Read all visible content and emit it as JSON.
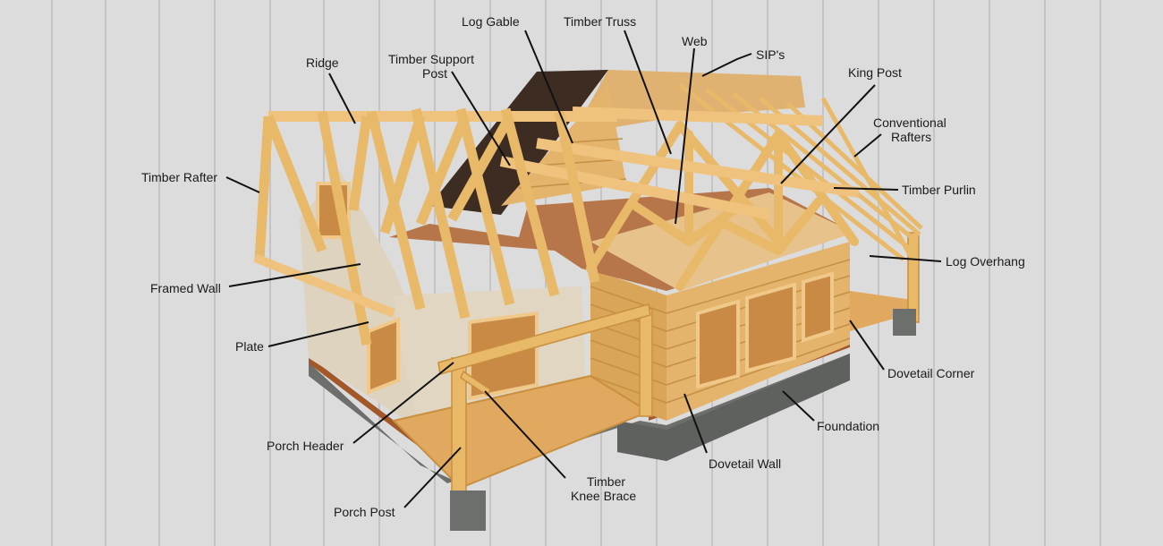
{
  "labels": {
    "log_gable": "Log Gable",
    "timber_truss": "Timber Truss",
    "web": "Web",
    "sips": "SIP's",
    "ridge": "Ridge",
    "timber_support_post_l1": "Timber Support",
    "timber_support_post_l2": "Post",
    "king_post": "King Post",
    "conventional_rafters_l1": "Conventional",
    "conventional_rafters_l2": "Rafters",
    "timber_rafter": "Timber Rafter",
    "timber_purlin": "Timber Purlin",
    "log_overhang": "Log Overhang",
    "framed_wall": "Framed Wall",
    "plate": "Plate",
    "dovetail_corner": "Dovetail Corner",
    "foundation": "Foundation",
    "porch_header": "Porch Header",
    "dovetail_wall": "Dovetail Wall",
    "timber_knee_brace_l1": "Timber",
    "timber_knee_brace_l2": "Knee Brace",
    "porch_post": "Porch Post"
  },
  "colors": {
    "background": "#dcdcdc",
    "plank_line": "#c4c4c4",
    "timber": "#e9b96a",
    "timber_dark": "#c98f3e",
    "log_wall": "#e4b46c",
    "stucco": "#ddd3bf",
    "foundation": "#6d6f6c",
    "sill": "#a3582a",
    "shingles": "#3d2c22",
    "roof_deck": "#a8693f",
    "floor": "#e0a95f",
    "glass": "#c88a45"
  }
}
